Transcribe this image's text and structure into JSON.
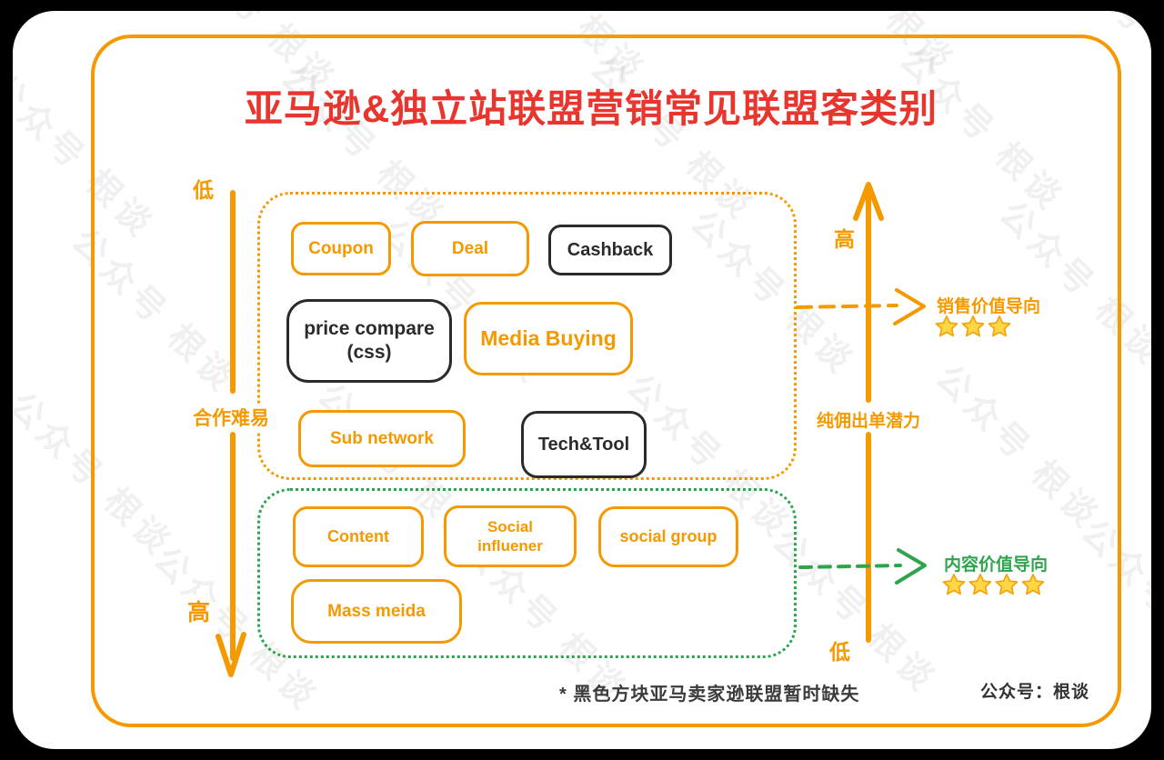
{
  "title": "亚马逊&独立站联盟营销常见联盟客类别",
  "watermark_text": "公众号 根谈",
  "colors": {
    "orange": "#F49A00",
    "red": "#E8362E",
    "green": "#2FA44E",
    "ink": "#2B2B2B",
    "star_fill": "#FFD646",
    "star_stroke": "#F2A50C"
  },
  "left_axis": {
    "top": "低",
    "label": "合作难易",
    "bottom": "高"
  },
  "right_axis": {
    "top": "高",
    "label": "纯佣出单潜力",
    "bottom": "低"
  },
  "sales_group": {
    "coupon": "Coupon",
    "deal": "Deal",
    "cashback": "Cashback",
    "price_compare_line1": "price compare",
    "price_compare_line2": "(css)",
    "media_buying": "Media Buying",
    "sub_network": "Sub network",
    "tech_tool": "Tech&Tool"
  },
  "content_group": {
    "content": "Content",
    "social_influencer_line1": "Social",
    "social_influencer_line2": "influener",
    "social_group": "social group",
    "mass_media": "Mass meida"
  },
  "annotations": {
    "sales": {
      "label": "销售价值导向",
      "stars": 3
    },
    "content": {
      "label": "内容价值导向",
      "stars": 4
    }
  },
  "footnote": "* 黑色方块亚马卖家逊联盟暂时缺失",
  "credit": "公众号：根谈"
}
